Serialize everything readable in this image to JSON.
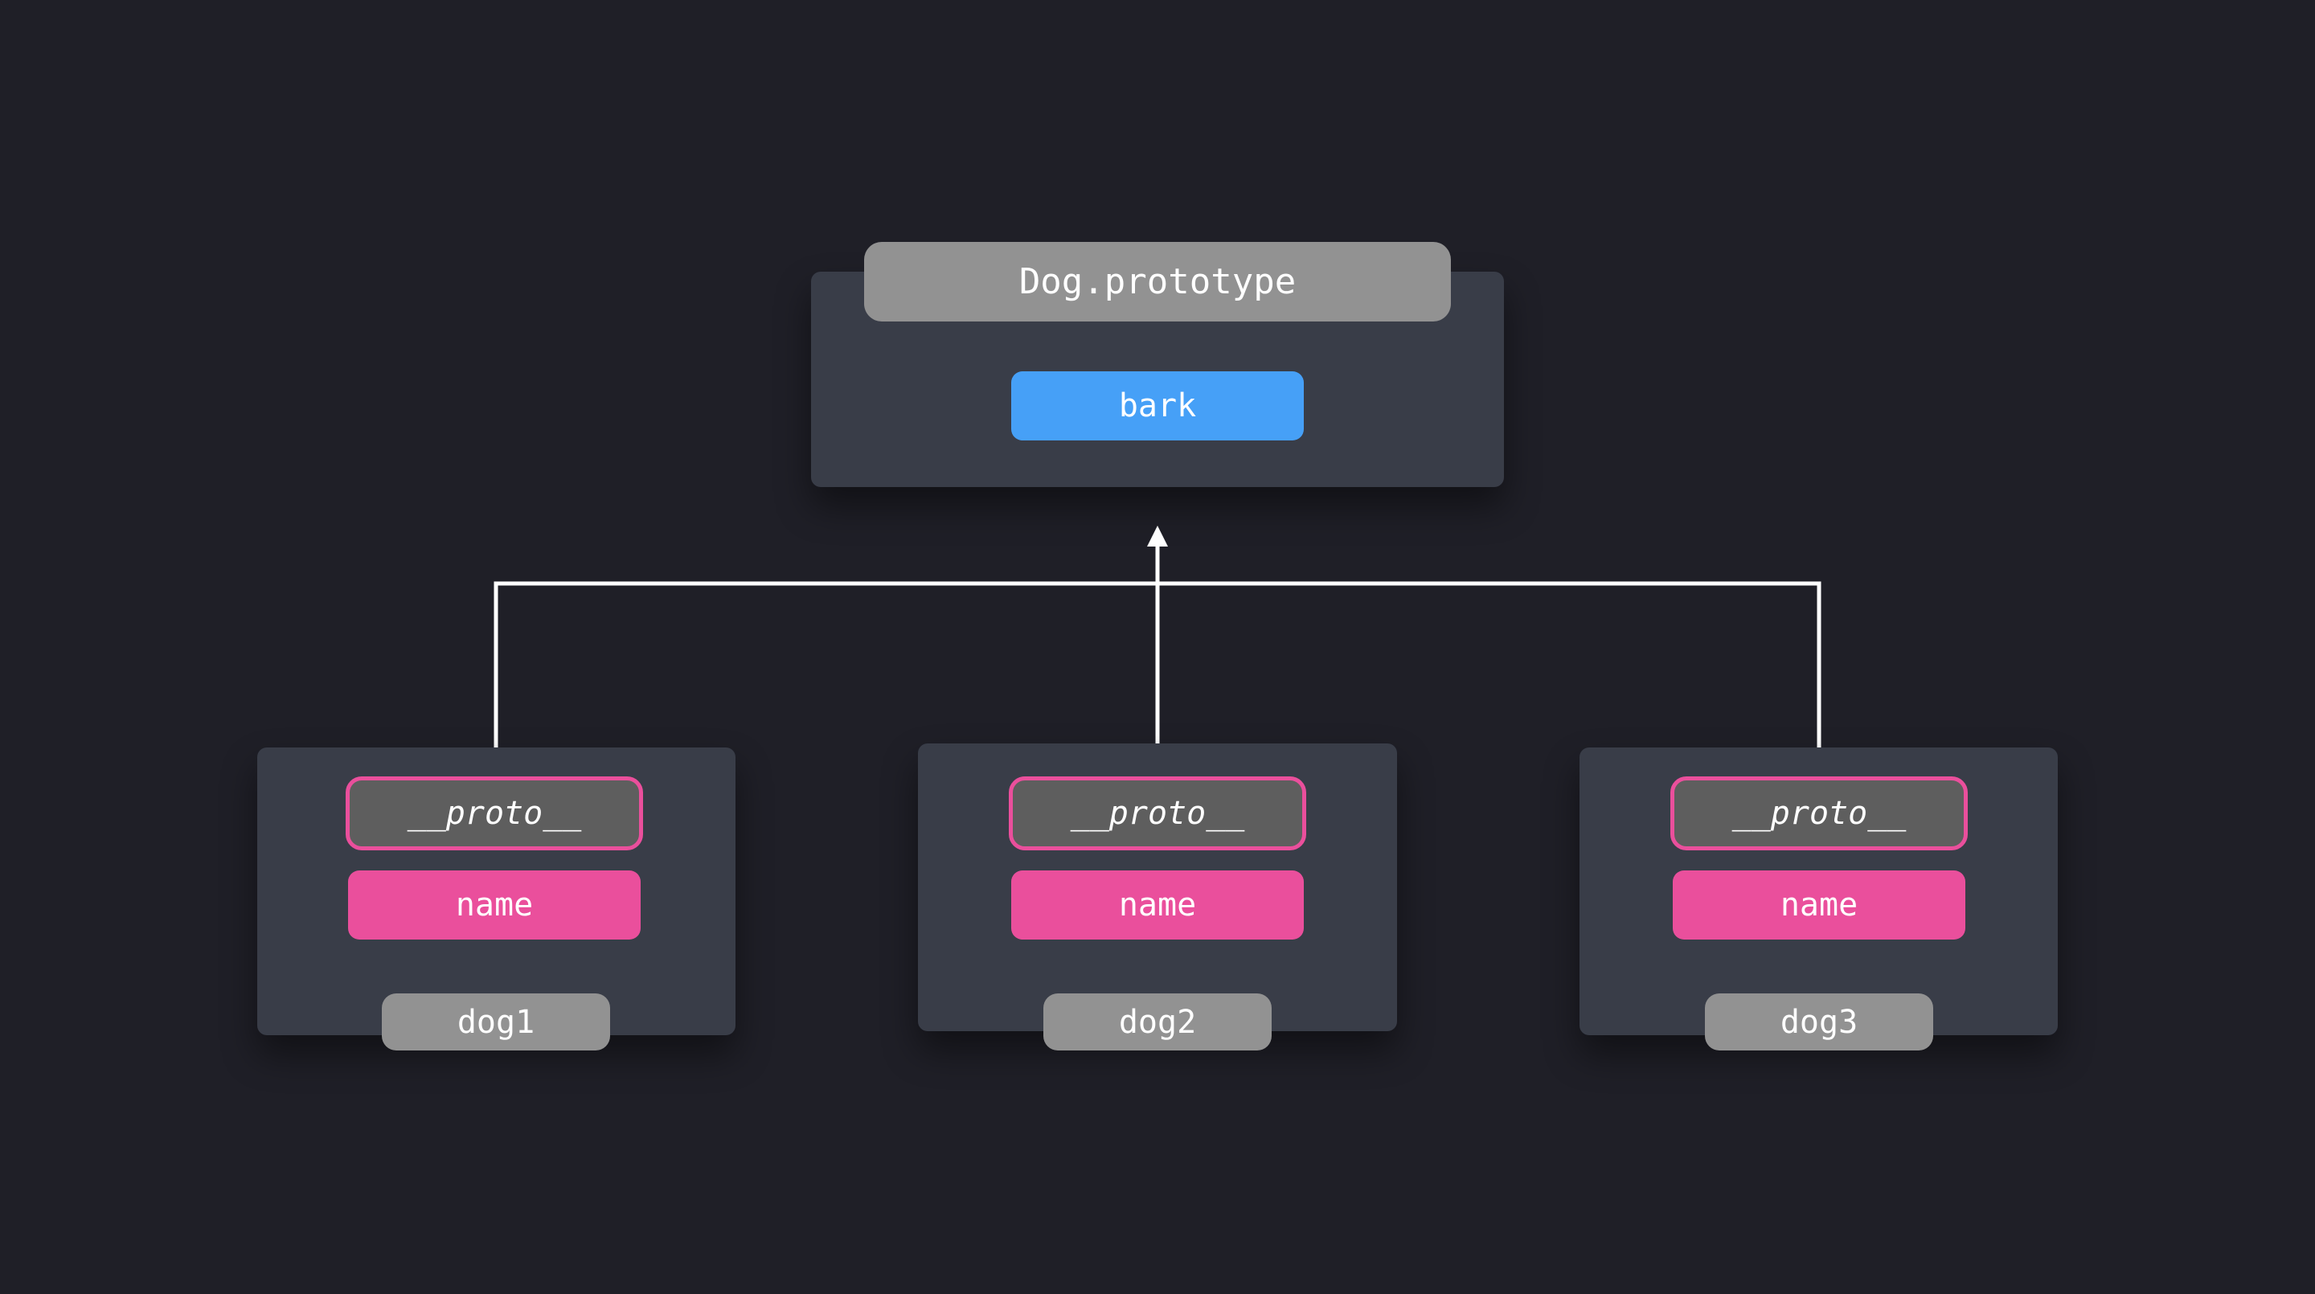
{
  "prototype": {
    "title": "Dog.prototype",
    "methods": [
      "bark"
    ]
  },
  "instances": [
    {
      "label": "dog1",
      "proto": "__proto__",
      "property": "name"
    },
    {
      "label": "dog2",
      "proto": "__proto__",
      "property": "name"
    },
    {
      "label": "dog3",
      "proto": "__proto__",
      "property": "name"
    }
  ],
  "colors": {
    "background": "#1f1f27",
    "panel": "#393d48",
    "title_pill": "#929292",
    "method": "#46a0f7",
    "property": "#ea4f9c",
    "proto_fill": "#5e5e5e",
    "connector": "#ffffff"
  }
}
